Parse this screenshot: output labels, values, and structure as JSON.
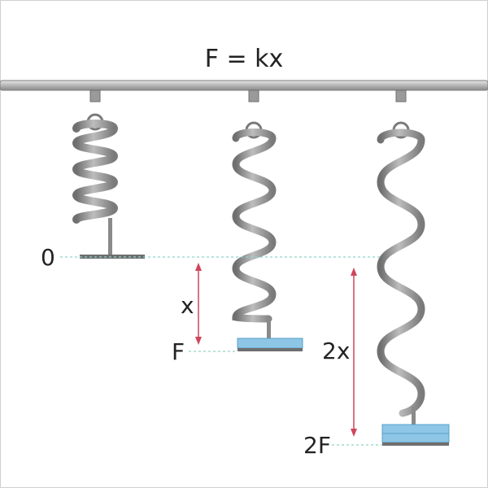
{
  "title": "F = kx",
  "labels": {
    "zero": "0",
    "x": "x",
    "force": "F",
    "two_x": "2x",
    "two_force": "2F"
  },
  "colors": {
    "rail": "#a9a9a9",
    "spring": "#8e8e8e",
    "dashed_guide": "#8fd3c8",
    "arrow": "#d0455a",
    "weight": "#8ec6e6",
    "text": "#222222"
  }
}
